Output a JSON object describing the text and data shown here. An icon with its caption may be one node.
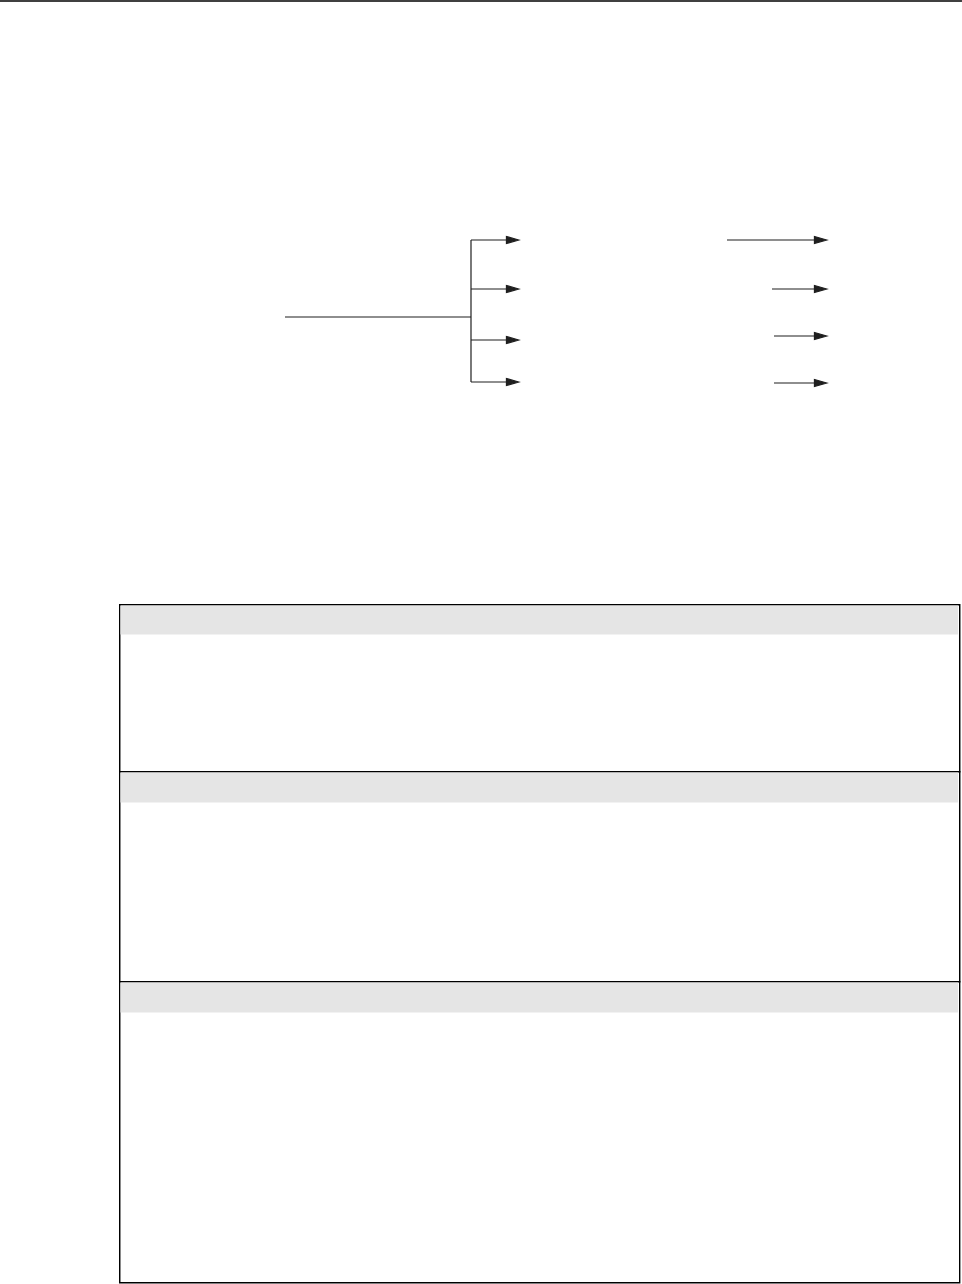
{
  "diagram": {
    "nodes": [
      {
        "text": [],
        "shape": "box"
      },
      {
        "text": [],
        "shape": "bar",
        "in": 0
      },
      {
        "text": [],
        "shape": "box"
      },
      {
        "text": [],
        "shape": "bar",
        "in": 2
      },
      {
        "text": [],
        "shape": "box"
      },
      {
        "text": [],
        "shape": "bar",
        "in": 4
      }
    ]
  }
}
